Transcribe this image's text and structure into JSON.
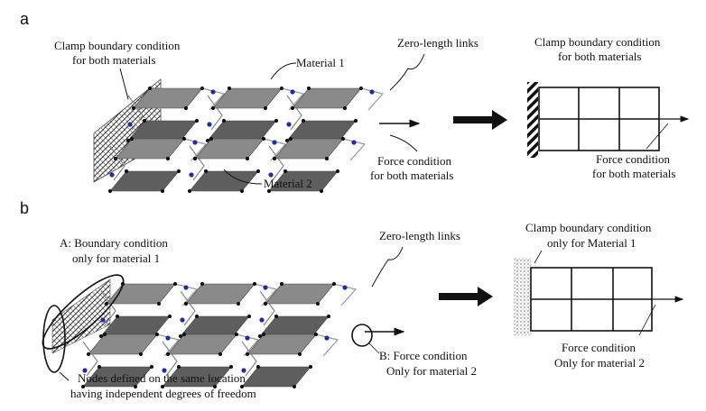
{
  "panel_a": {
    "letter": "a",
    "clamp_label": [
      "Clamp boundary condition",
      "for both materials"
    ],
    "material1_label": "Material 1",
    "material2_label": "Material 2",
    "zero_length_label": "Zero-length links",
    "force_label": [
      "Force condition",
      "for both materials"
    ],
    "schematic_clamp_label": [
      "Clamp boundary condition",
      "for both materials"
    ],
    "schematic_force_label": [
      "Force condition",
      "for both materials"
    ]
  },
  "panel_b": {
    "letter": "b",
    "boundary_label": [
      "A: Boundary condition",
      "only for material 1"
    ],
    "zero_length_label": "Zero-length links",
    "force_label": [
      "B: Force condition",
      "Only for material 2"
    ],
    "nodes_label": [
      "Nodes defined on the same location",
      "having independent degrees of freedom"
    ],
    "schematic_clamp_label": [
      "Clamp boundary condition",
      "only for Material 1"
    ],
    "schematic_force_label": [
      "Force condition",
      "Only for material 2"
    ]
  },
  "colors": {
    "plate_top": "#8a8a8a",
    "plate_bottom": "#5e5e5e",
    "node_black": "#111111",
    "node_blue": "#1f2f9a"
  }
}
